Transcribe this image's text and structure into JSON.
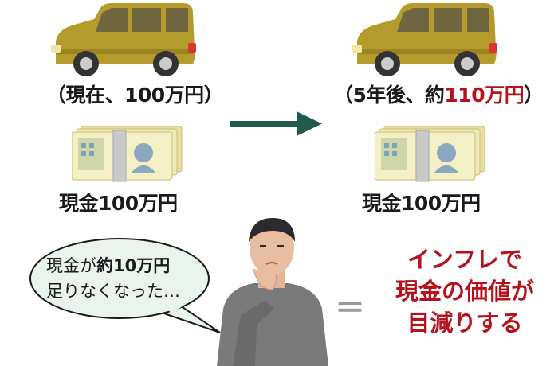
{
  "left": {
    "car_caption": "（現在、100万円）",
    "cash_caption": "現金100万円"
  },
  "right": {
    "car_caption_prefix": "（5年後、約",
    "car_caption_highlight": "110万円",
    "car_caption_suffix": "）",
    "cash_caption": "現金100万円"
  },
  "speech": {
    "line1_prefix": "現金が",
    "line1_bold": "約10万円",
    "line2": "足りなくなった…"
  },
  "equals_symbol": "＝",
  "conclusion": {
    "line1": "インフレで",
    "line2": "現金の価値が",
    "line3": "目減りする"
  },
  "colors": {
    "car_body": "#b59a2c",
    "arrow": "#1f5a4a",
    "highlight_red": "#b5121b",
    "banknote": "#eee9b6",
    "person_shirt": "#7a7a7a"
  }
}
